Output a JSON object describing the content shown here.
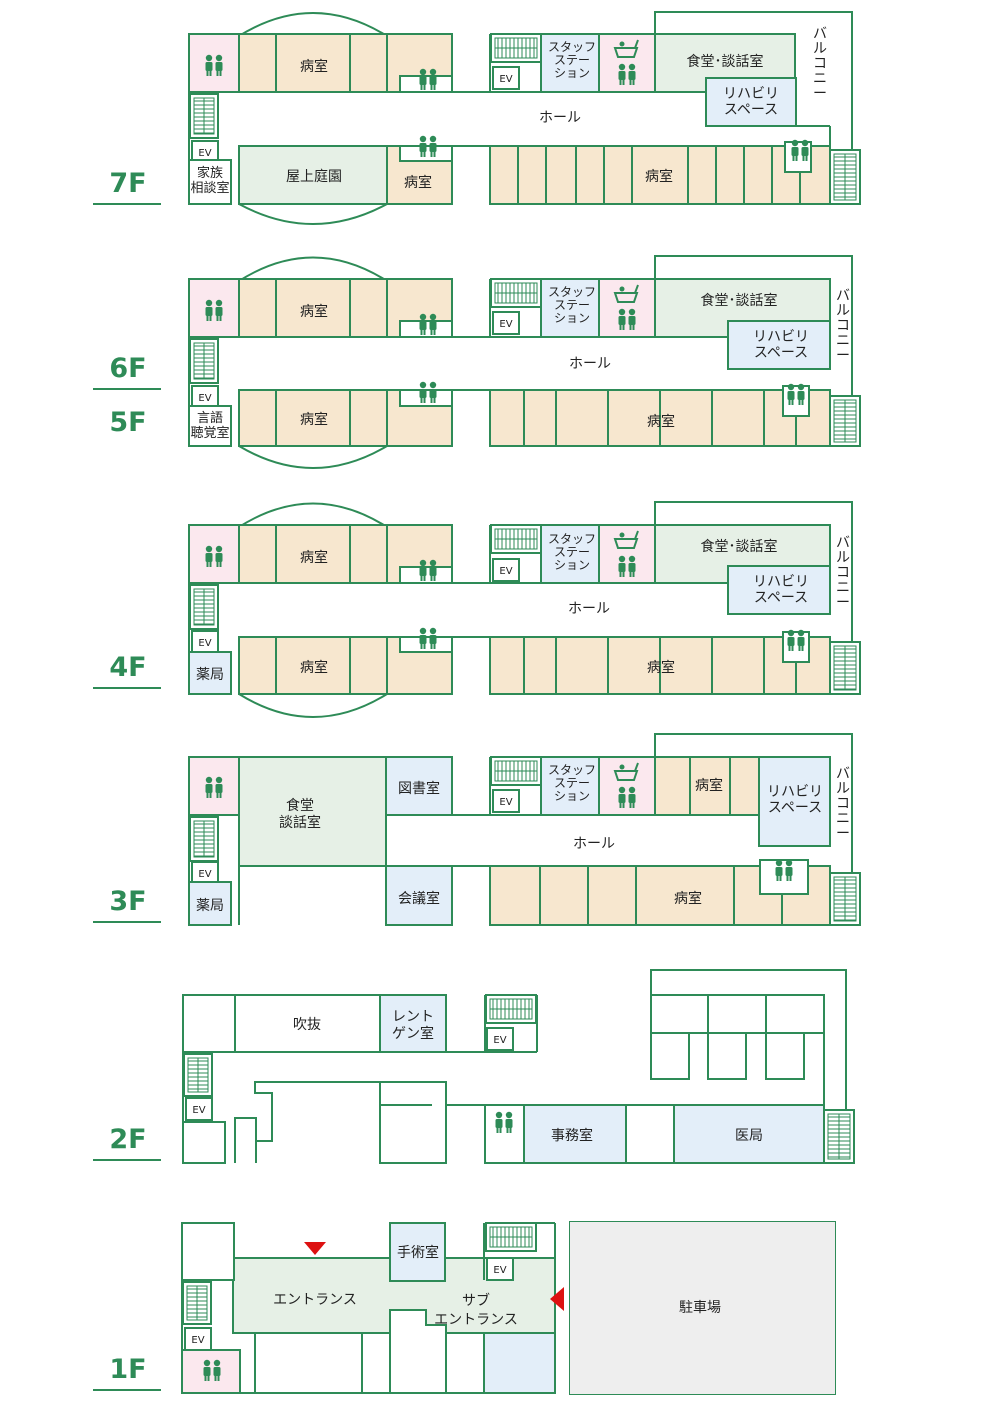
{
  "colors": {
    "wall": "#2e8b57",
    "ward": "#f7e7cf",
    "common": "#e6f0e6",
    "blue": "#e3eef9",
    "pink": "#fbe8ee",
    "parking": "#eeeeee",
    "arrow": "#dd1111"
  },
  "icons": {
    "toilet": "toilet-icon",
    "elevator_label": "EV",
    "stairs": "stairs-icon",
    "bath": "bath-icon",
    "entrance_arrow": "entrance-arrow-icon"
  },
  "floors": {
    "f7": {
      "label": "7F",
      "ward_north": "病室",
      "garden": "屋上庭園",
      "ward_small": "病室",
      "ward_south": "病室",
      "family_room": [
        "家族",
        "相談室"
      ],
      "staff": [
        "スタッフ",
        "ステー",
        "ション"
      ],
      "dining": "食堂･談話室",
      "rehab": [
        "リハビリ",
        "スペース"
      ],
      "hall": "ホール",
      "balcony": "バルコニー"
    },
    "f65": {
      "label_top": "6F",
      "label_bottom": "5F",
      "ward_north": "病室",
      "ward_south": "病室",
      "ward_east": "病室",
      "speech_room": [
        "言語",
        "聴覚室"
      ],
      "staff": [
        "スタッフ",
        "ステー",
        "ション"
      ],
      "dining": "食堂･談話室",
      "rehab": [
        "リハビリ",
        "スペース"
      ],
      "hall": "ホール",
      "balcony": "バルコニー"
    },
    "f4": {
      "label": "4F",
      "ward_north": "病室",
      "ward_south": "病室",
      "ward_east": "病室",
      "pharmacy": "薬局",
      "staff": [
        "スタッフ",
        "ステー",
        "ション"
      ],
      "dining": "食堂･談話室",
      "rehab": [
        "リハビリ",
        "スペース"
      ],
      "hall": "ホール",
      "balcony": "バルコニー"
    },
    "f3": {
      "label": "3F",
      "dining": [
        "食堂",
        "談話室"
      ],
      "library": "図書室",
      "meeting": "会議室",
      "pharmacy": "薬局",
      "staff": [
        "スタッフ",
        "ステー",
        "ション"
      ],
      "ward_north": "病室",
      "ward_south": "病室",
      "rehab": [
        "リハビリ",
        "スペース"
      ],
      "hall": "ホール",
      "balcony": "バルコニー"
    },
    "f2": {
      "label": "2F",
      "atrium": "吹抜",
      "xray": [
        "レント",
        "ゲン室"
      ],
      "office": "事務室",
      "doctors": "医局"
    },
    "f1": {
      "label": "1F",
      "surgery": "手術室",
      "entrance": "エントランス",
      "sub_entrance": [
        "サブ",
        "エントランス"
      ],
      "parking": "駐車場"
    }
  }
}
